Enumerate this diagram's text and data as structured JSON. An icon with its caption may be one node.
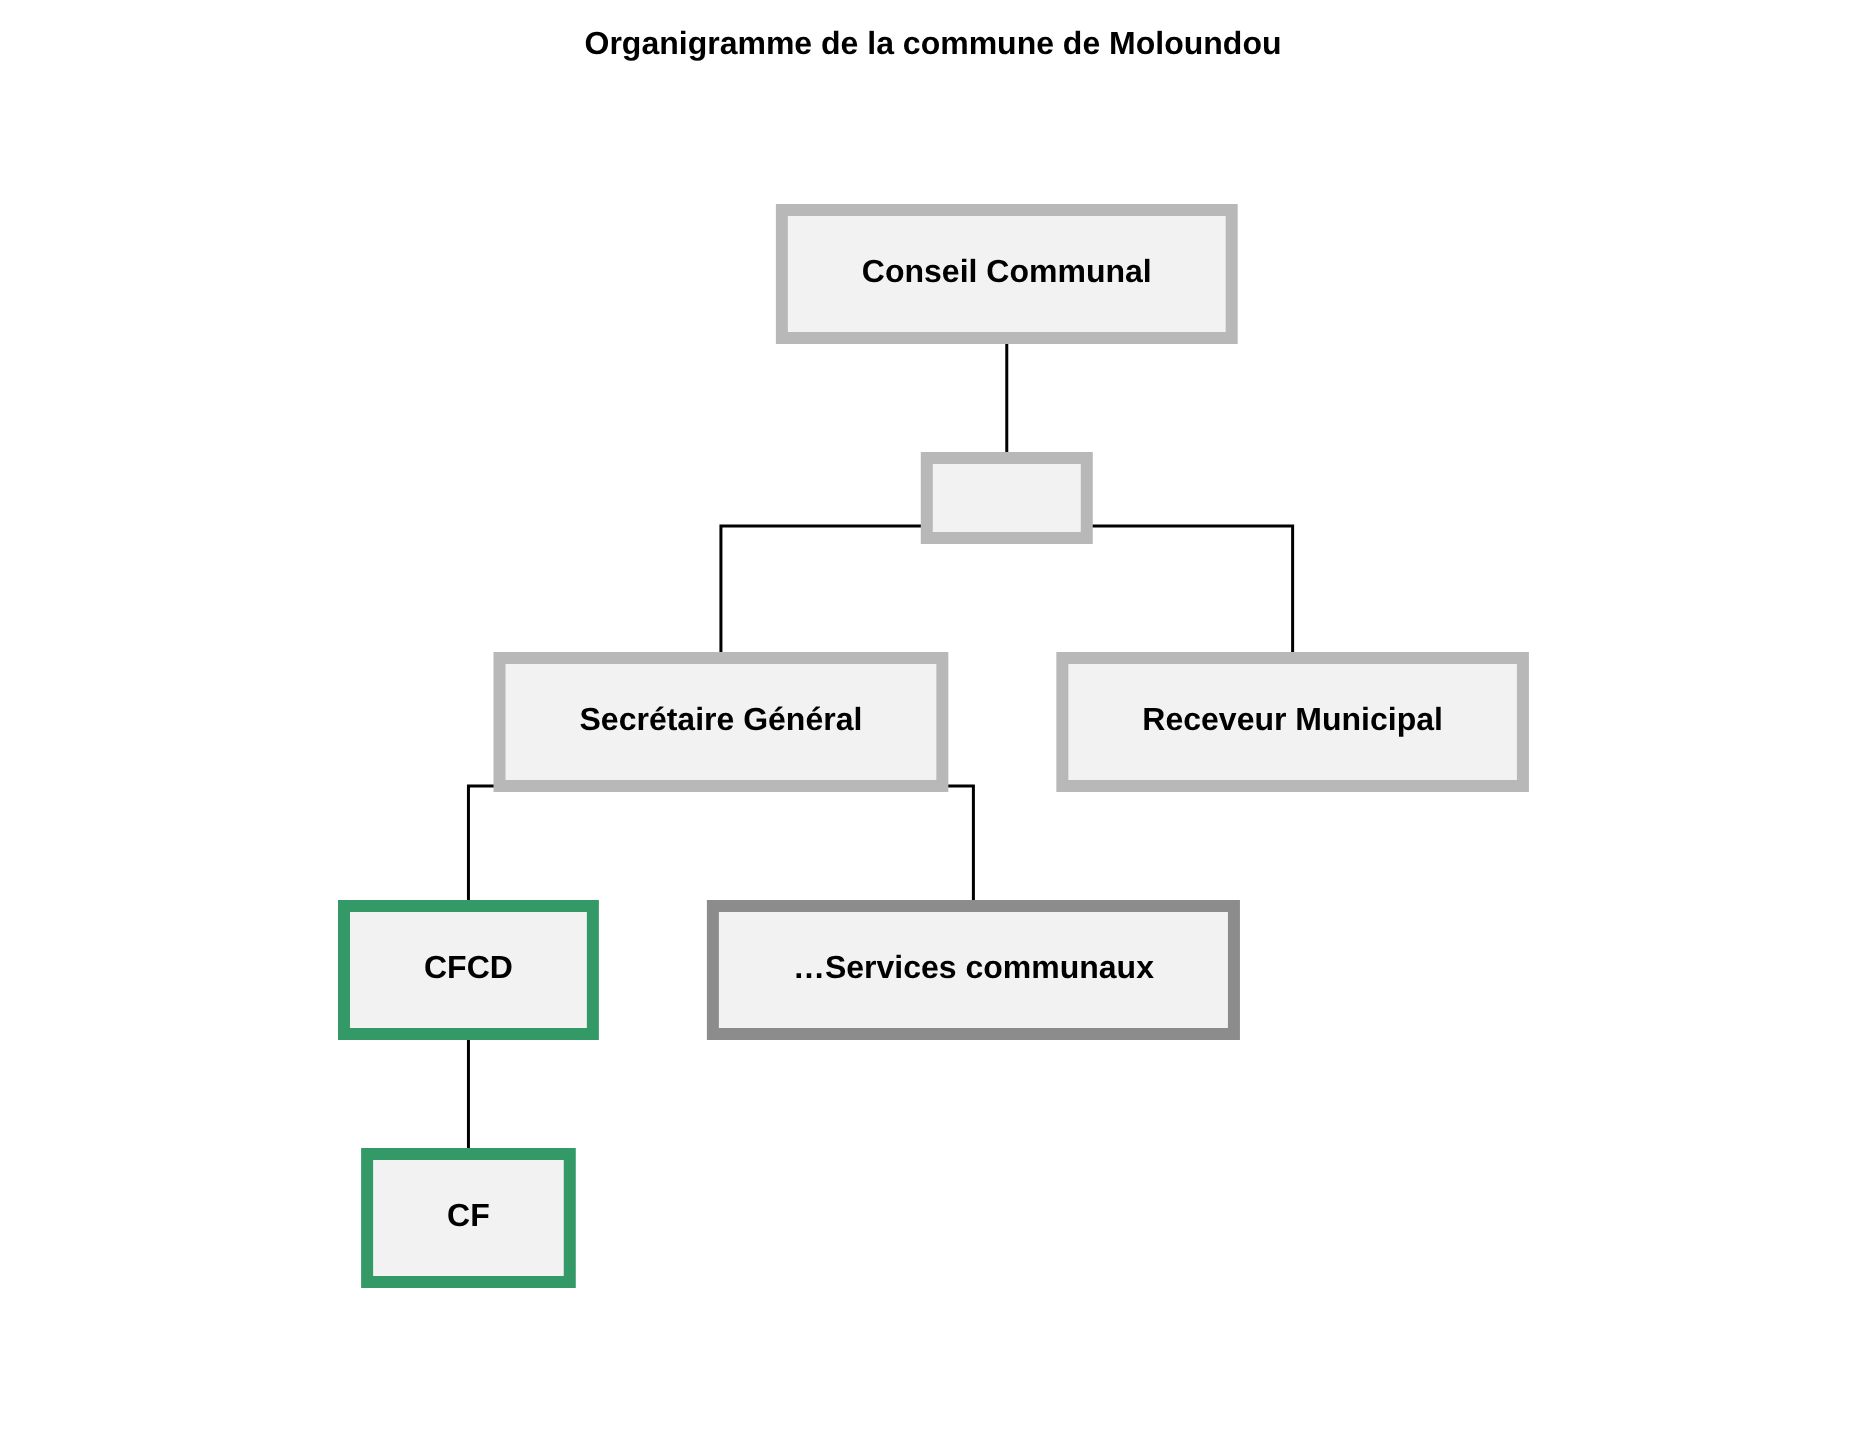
{
  "diagram": {
    "title": "Organigramme de la commune de Moloundou",
    "nodes": [
      {
        "text": [
          "Conseil Communal"
        ]
      },
      {
        "text": [],
        "shape": "box"
      },
      {
        "text": [
          "Secrétaire Général"
        ]
      },
      {
        "text": [
          "Receveur Municipal"
        ]
      },
      {
        "text": [
          "CFCD"
        ]
      },
      {
        "text": [
          "CF"
        ]
      },
      {
        "text": [
          "…Services communaux"
        ]
      }
    ],
    "edges": [
      {
        "from": 0,
        "to": 1,
        "arrow": "none"
      },
      {
        "from": 1,
        "to": 2,
        "arrow": "none"
      },
      {
        "from": 1,
        "to": 3,
        "arrow": "none"
      },
      {
        "from": 2,
        "to": 4,
        "arrow": "none"
      },
      {
        "from": 4,
        "to": 5,
        "arrow": "none"
      },
      {
        "from": 2,
        "to": 6,
        "arrow": "none"
      }
    ]
  }
}
